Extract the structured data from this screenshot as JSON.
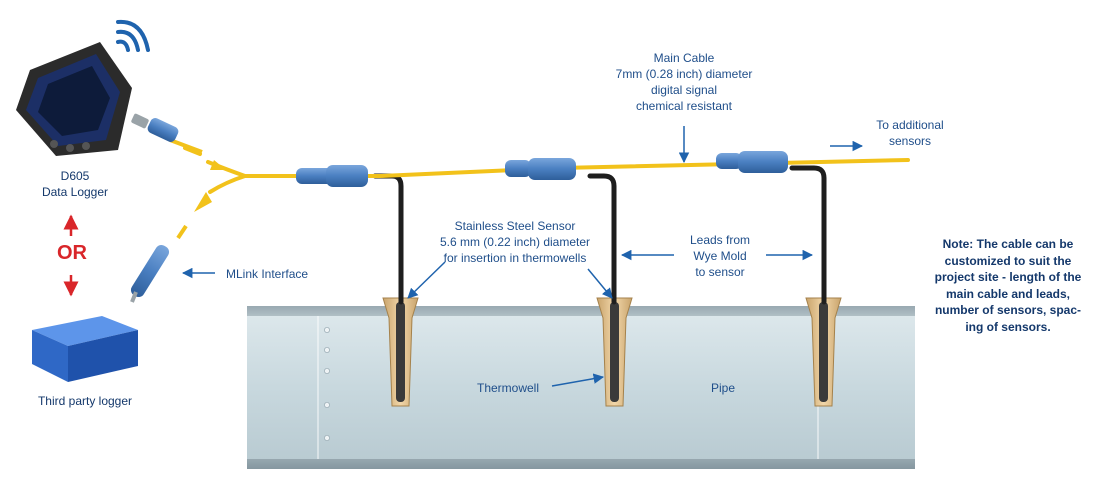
{
  "labels": {
    "main_cable": [
      "Main Cable",
      "7mm (0.28 inch) diameter",
      "digital signal",
      "chemical resistant"
    ],
    "to_additional": [
      "To additional",
      "sensors"
    ],
    "logger": [
      "D605",
      "Data Logger"
    ],
    "or": "OR",
    "mlink": "MLink Interface",
    "third_party": "Third party logger",
    "sensor": [
      "Stainless Steel Sensor",
      "5.6 mm (0.22 inch) diameter",
      "for insertion in thermowells"
    ],
    "leads": [
      "Leads from",
      "Wye Mold",
      "to sensor"
    ],
    "thermowell": "Thermowell",
    "pipe": "Pipe",
    "note": "Note: The cable can be customized to suit the project site - length of the main cable and leads, number of sensors, spac-ing of sensors."
  },
  "colors": {
    "cable": "#f2c21b",
    "mold": "#4a7fc1",
    "lead": "#1e1e1e",
    "pipe": "#cfdde3",
    "pipe_edge": "#8a9aa3",
    "thermowell": "#e8c99a",
    "arrow": "#1f63ad",
    "red": "#d9262a",
    "text": "#1f4e8a"
  },
  "icons": [
    "wifi-icon",
    "data-logger-device",
    "third-party-logger-box",
    "mlink-interface",
    "connector-plug"
  ]
}
